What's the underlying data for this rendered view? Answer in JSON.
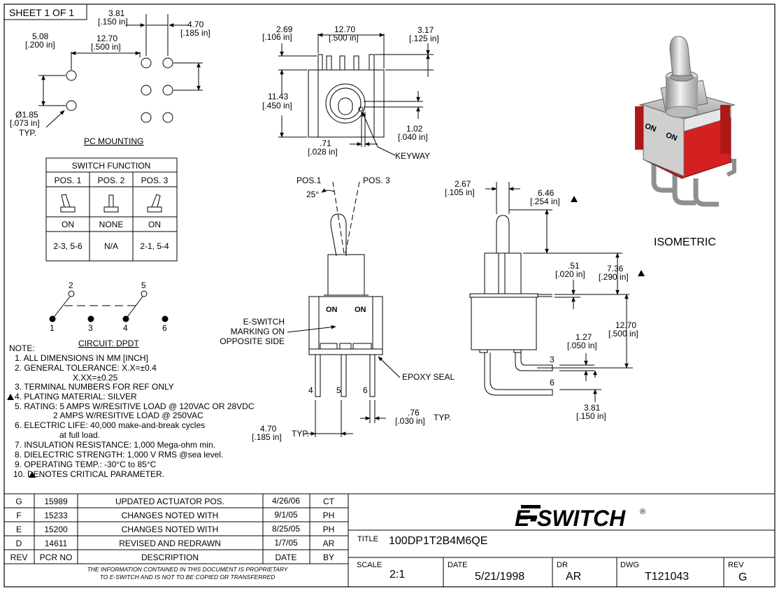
{
  "sheet_label": "SHEET 1 OF 1",
  "pc_mounting": {
    "title": "PC MOUNTING",
    "dim_381": "3.81",
    "dim_381_in": "[.150 in]",
    "dim_470": "4.70",
    "dim_470_in": "[.185 in]",
    "dim_508": "5.08",
    "dim_508_in": "[.200 in]",
    "dim_1270": "12.70",
    "dim_1270_in": "[.500 in]",
    "hole_dia": "Ø1.85",
    "hole_dia_in": "[.073 in]",
    "hole_typ": "TYP."
  },
  "switch_function": {
    "title": "SWITCH FUNCTION",
    "columns": [
      "POS. 1",
      "POS. 2",
      "POS. 3"
    ],
    "state": [
      "ON",
      "NONE",
      "ON"
    ],
    "terminals": [
      "2-3, 5-6",
      "N/A",
      "2-1, 5-4"
    ]
  },
  "circuit": {
    "title": "CIRCUIT: DPDT",
    "top_terms": [
      "2",
      "5"
    ],
    "bottom_terms": [
      "1",
      "3",
      "4",
      "6"
    ]
  },
  "notes": {
    "heading": "NOTE:",
    "lines": [
      "1. ALL DIMENSIONS IN MM [INCH]",
      "2. GENERAL TOLERANCE: X.X=±0.4",
      "X.XX=±0.25",
      "3. TERMINAL NUMBERS FOR REF ONLY",
      "4. PLATING MATERIAL: SILVER",
      "5. RATING: 5 AMPS W/RESITIVE LOAD @ 120VAC OR 28VDC",
      "2 AMPS W/RESITIVE LOAD @ 250VAC",
      "6. ELECTRIC LIFE: 40,000 make-and-break cycles",
      "at full load.",
      "7. INSULATION RESISTANCE: 1,000 Mega-ohm min.",
      "8. DIELECTRIC STRENGTH: 1,000 V RMS @sea level.",
      "9. OPERATING TEMP.: -30°C to 85°C",
      "10.  DENOTES CRITICAL PARAMETER."
    ]
  },
  "top_view": {
    "d269": "2.69",
    "d269_in": "[.106 in]",
    "d1270": "12.70",
    "d1270_in": "[.500 in]",
    "d317": "3.17",
    "d317_in": "[.125 in]",
    "d1143": "11.43",
    "d1143_in": "[.450 in]",
    "d102": "1.02",
    "d102_in": "[.040 in]",
    "d71": ".71",
    "d71_in": "[.028 in]",
    "keyway": "KEYWAY"
  },
  "front_view": {
    "pos1": "POS.1",
    "pos3": "POS. 3",
    "angle": "25°",
    "on_left": "ON",
    "on_right": "ON",
    "marking": [
      "E-SWITCH",
      "MARKING ON",
      "OPPOSITE SIDE"
    ],
    "epoxy": "EPOXY SEAL",
    "terms": [
      "4",
      "5",
      "6"
    ],
    "d470": "4.70",
    "d470_in": "[.185 in]",
    "typ1": "TYP.",
    "d76": ".76",
    "d76_in": "[.030 in]",
    "typ2": "TYP."
  },
  "side_view": {
    "d267": "2.67",
    "d267_in": "[.105 in]",
    "d646": "6.46",
    "d646_in": "[.254 in]",
    "d51": ".51",
    "d51_in": "[.020 in]",
    "d736": "7.36",
    "d736_in": "[.290 in]",
    "d1270": "12.70",
    "d1270_in": "[.500 in]",
    "d127": "1.27",
    "d127_in": "[.050 in]",
    "d381": "3.81",
    "d381_in": "[.150 in]",
    "terms": [
      "3",
      "6"
    ]
  },
  "isometric": {
    "label": "ISOMETRIC",
    "on1": "ON",
    "on2": "ON"
  },
  "revisions": {
    "rows": [
      [
        "G",
        "15989",
        "UPDATED ACTUATOR POS.",
        "4/26/06",
        "CT"
      ],
      [
        "F",
        "15233",
        "CHANGES NOTED WITH",
        "9/1/05",
        "PH"
      ],
      [
        "E",
        "15200",
        "CHANGES NOTED WITH",
        "8/25/05",
        "PH"
      ],
      [
        "D",
        "14611",
        "REVISED AND REDRAWN",
        "1/7/05",
        "AR"
      ]
    ],
    "headers": [
      "REV",
      "PCR NO",
      "DESCRIPTION",
      "DATE",
      "BY"
    ],
    "proprietary": [
      "THE INFORMATION CONTAINED IN THIS DOCUMENT IS PROPRIETARY",
      "TO E-SWITCH AND IS NOT TO BE COPIED OR TRANSFERRED"
    ]
  },
  "title_block": {
    "logo": "E-SWITCH",
    "logo_reg": "®",
    "title_label": "TITLE",
    "title_value": "100DP1T2B4M6QE",
    "scale_label": "SCALE",
    "scale_value": "2:1",
    "date_label": "DATE",
    "date_value": "5/21/1998",
    "dr_label": "DR",
    "dr_value": "AR",
    "dwg_label": "DWG",
    "dwg_value": "T121043",
    "rev_label": "REV",
    "rev_value": "G"
  }
}
